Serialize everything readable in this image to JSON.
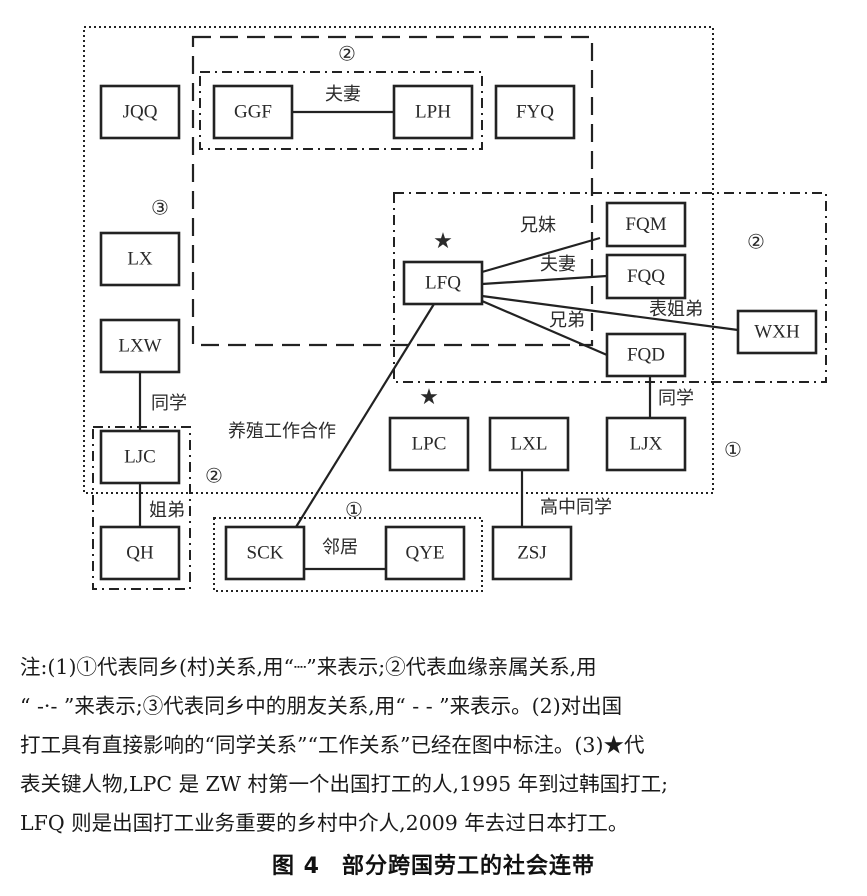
{
  "nodes": [
    {
      "id": "JQQ",
      "label": "JQQ",
      "key": false
    },
    {
      "id": "GGF",
      "label": "GGF",
      "key": false
    },
    {
      "id": "LPH",
      "label": "LPH",
      "key": false
    },
    {
      "id": "FYQ",
      "label": "FYQ",
      "key": false
    },
    {
      "id": "LX",
      "label": "LX",
      "key": false
    },
    {
      "id": "LXW",
      "label": "LXW",
      "key": false
    },
    {
      "id": "LFQ",
      "label": "LFQ",
      "key": true
    },
    {
      "id": "FQM",
      "label": "FQM",
      "key": false
    },
    {
      "id": "FQQ",
      "label": "FQQ",
      "key": false
    },
    {
      "id": "FQD",
      "label": "FQD",
      "key": false
    },
    {
      "id": "WXH",
      "label": "WXH",
      "key": false
    },
    {
      "id": "LJC",
      "label": "LJC",
      "key": false
    },
    {
      "id": "LPC",
      "label": "LPC",
      "key": true
    },
    {
      "id": "LXL",
      "label": "LXL",
      "key": false
    },
    {
      "id": "LJX",
      "label": "LJX",
      "key": false
    },
    {
      "id": "QH",
      "label": "QH",
      "key": false
    },
    {
      "id": "SCK",
      "label": "SCK",
      "key": false
    },
    {
      "id": "QYE",
      "label": "QYE",
      "key": false
    },
    {
      "id": "ZSJ",
      "label": "ZSJ",
      "key": false
    }
  ],
  "edges": [
    {
      "from": "GGF",
      "to": "LPH",
      "label": "夫妻"
    },
    {
      "from": "LFQ",
      "to": "FQM",
      "label": "兄妹"
    },
    {
      "from": "LFQ",
      "to": "FQQ",
      "label": "夫妻"
    },
    {
      "from": "LFQ",
      "to": "WXH",
      "label": "表姐弟"
    },
    {
      "from": "LFQ",
      "to": "FQD",
      "label": "兄弟"
    },
    {
      "from": "LFQ",
      "to": "SCK",
      "label": "养殖工作合作"
    },
    {
      "from": "FQD",
      "to": "LJX",
      "label": "同学"
    },
    {
      "from": "LXW",
      "to": "LJC",
      "label": "同学"
    },
    {
      "from": "LJC",
      "to": "QH",
      "label": "姐弟"
    },
    {
      "from": "SCK",
      "to": "QYE",
      "label": "邻居"
    },
    {
      "from": "LXL",
      "to": "ZSJ",
      "label": "高中同学"
    }
  ],
  "groups": [
    {
      "id": "village-main",
      "type": "dotted",
      "relation": "同乡(村)关系",
      "marker": "①"
    },
    {
      "id": "friends",
      "type": "dashed",
      "relation": "同乡中的朋友关系",
      "marker": "③"
    },
    {
      "id": "kin-ggf-lph",
      "type": "dash-dot",
      "relation": "血缘亲属关系",
      "marker": "②"
    },
    {
      "id": "kin-lfq",
      "type": "dash-dot",
      "relation": "血缘亲属关系",
      "marker": "②"
    },
    {
      "id": "kin-ljc-qh",
      "type": "dash-dot",
      "relation": "血缘亲属关系",
      "marker": "②"
    },
    {
      "id": "village-sck-qye",
      "type": "dotted",
      "relation": "同乡(村)关系",
      "marker": "①"
    }
  ],
  "key_marker": "★",
  "note": {
    "lines": [
      "注:(1)①代表同乡(村)关系,用“┈”来表示;②代表血缘亲属关系,用",
      "“ -·- ”来表示;③代表同乡中的朋友关系,用“ - - ”来表示。(2)对出国",
      "打工具有直接影响的“同学关系”“工作关系”已经在图中标注。(3)★代",
      "表关键人物,LPC 是 ZW 村第一个出国打工的人,1995 年到过韩国打工;",
      "LFQ 则是出国打工业务重要的乡村中介人,2009 年去过日本打工。"
    ]
  },
  "caption": {
    "figure_no": "图 4",
    "title": "部分跨国劳工的社会连带"
  }
}
